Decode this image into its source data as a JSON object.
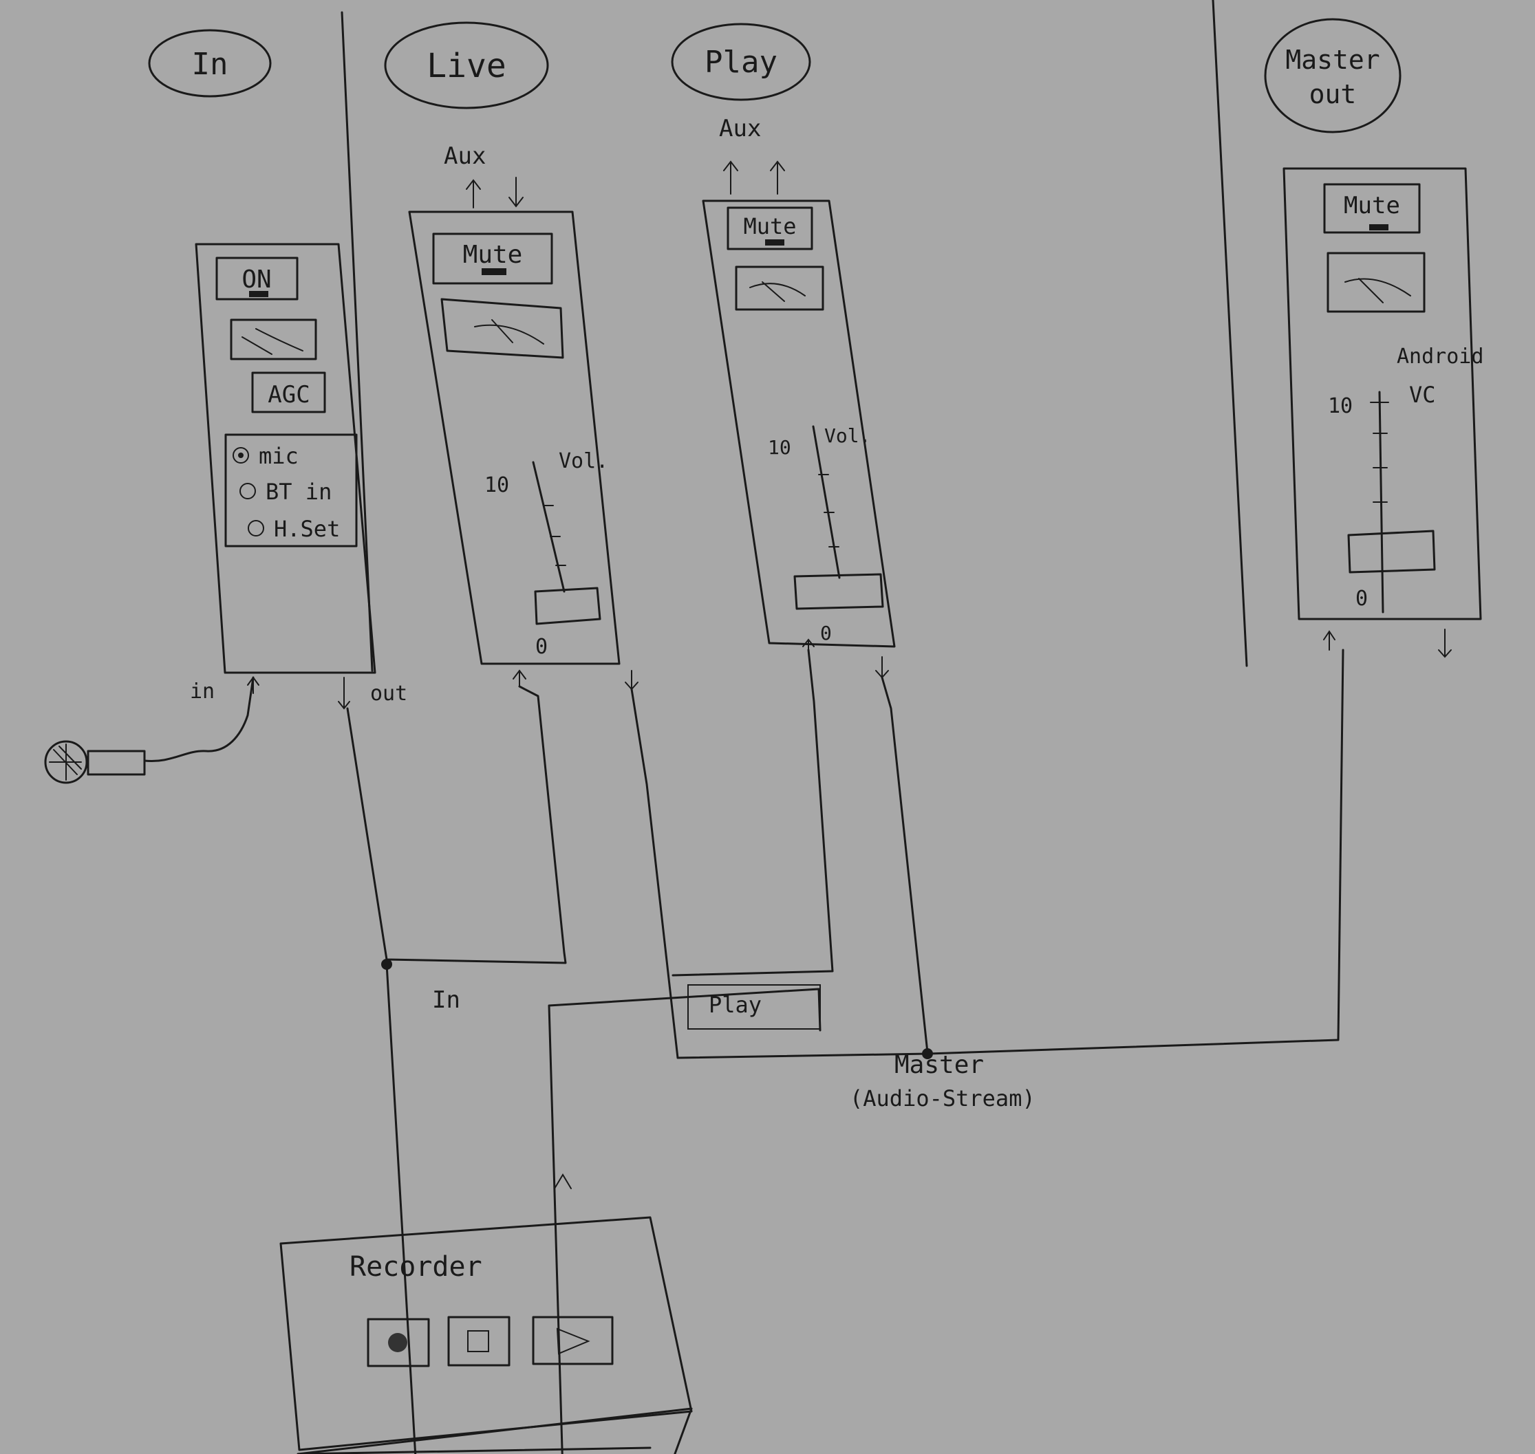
{
  "sections": {
    "in": "In",
    "live": "Live",
    "play": "Play",
    "master_out": [
      "Master",
      "out"
    ]
  },
  "in_strip": {
    "on_button": "ON",
    "agc_button": "AGC",
    "sources": [
      "mic",
      "BT in",
      "H.Set"
    ],
    "selected_source": "mic",
    "in_port": "in",
    "out_port": "out"
  },
  "live_strip": {
    "aux": "Aux",
    "mute_button": "Mute",
    "volume_label": "Vol.",
    "scale_max": "10",
    "scale_min": "0"
  },
  "play_strip": {
    "aux": "Aux",
    "mute_button": "Mute",
    "volume_label": "Vol.",
    "scale_max": "10",
    "scale_min": "0"
  },
  "master_strip": {
    "mute_button": "Mute",
    "volume_label": [
      "Android",
      "VC"
    ],
    "scale_max": "10",
    "scale_min": "0"
  },
  "buses": {
    "in": "In",
    "play": "Play",
    "master": "Master",
    "master_sub": "(Audio-Stream)"
  },
  "recorder": {
    "title": "Recorder",
    "buttons": [
      "record",
      "stop",
      "play"
    ]
  }
}
